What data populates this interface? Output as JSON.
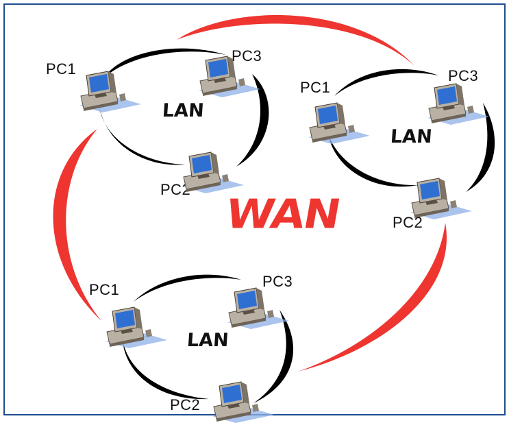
{
  "diagram": {
    "wan_label": "WAN",
    "colors": {
      "wan_link": "#ee3530",
      "lan_ring": "#000000",
      "frame": "#1f4b8f",
      "monitor_screen": "#2f6fd1",
      "monitor_body": "#b9b1a4",
      "computer_shadow": "#8fb0e8"
    },
    "lans": [
      {
        "label": "LAN",
        "pcs": [
          {
            "label": "PC1",
            "icon": "computer-icon"
          },
          {
            "label": "PC3",
            "icon": "computer-icon"
          },
          {
            "label": "PC2",
            "icon": "computer-icon"
          }
        ]
      },
      {
        "label": "LAN",
        "pcs": [
          {
            "label": "PC1",
            "icon": "computer-icon"
          },
          {
            "label": "PC3",
            "icon": "computer-icon"
          },
          {
            "label": "PC2",
            "icon": "computer-icon"
          }
        ]
      },
      {
        "label": "LAN",
        "pcs": [
          {
            "label": "PC1",
            "icon": "computer-icon"
          },
          {
            "label": "PC3",
            "icon": "computer-icon"
          },
          {
            "label": "PC2",
            "icon": "computer-icon"
          }
        ]
      }
    ]
  }
}
